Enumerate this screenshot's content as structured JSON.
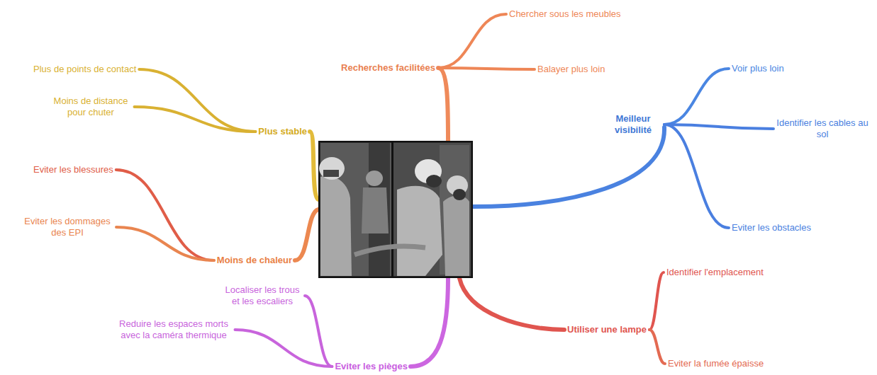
{
  "diagram": {
    "nodes": [
      {
        "text": [
          "Recherches facilitées"
        ]
      },
      {
        "text": [
          "Chercher sous les meubles"
        ]
      },
      {
        "text": [
          "Balayer plus loin"
        ]
      },
      {
        "text": [
          "Meilleur visibilité"
        ]
      },
      {
        "text": [
          "Voir plus loin"
        ]
      },
      {
        "text": [
          "Identifier les cables au sol"
        ]
      },
      {
        "text": [
          "Eviter les obstacles"
        ]
      },
      {
        "text": [
          "Utiliser une lampe"
        ]
      },
      {
        "text": [
          "Identifier l'emplacement"
        ]
      },
      {
        "text": [
          "Eviter la fumée épaisse"
        ]
      },
      {
        "text": [
          "Eviter les pièges"
        ]
      },
      {
        "text": [
          "Localiser les trous et les escaliers"
        ]
      },
      {
        "text": [
          "Reduire les espaces morts avec la caméra thermique"
        ]
      },
      {
        "text": [
          "Moins de chaleur"
        ]
      },
      {
        "text": [
          "Eviter les blessures"
        ]
      },
      {
        "text": [
          "Eviter les dommages des EPI"
        ]
      },
      {
        "text": [
          "Plus stable"
        ]
      },
      {
        "text": [
          "Plus de points de contact"
        ]
      },
      {
        "text": [
          "Moins de distance pour chuter"
        ]
      }
    ],
    "edges": [
      {
        "from": 0,
        "to": 1,
        "arrow": "none"
      },
      {
        "from": 0,
        "to": 2,
        "arrow": "none"
      },
      {
        "from": 3,
        "to": 4,
        "arrow": "none"
      },
      {
        "from": 3,
        "to": 5,
        "arrow": "none"
      },
      {
        "from": 3,
        "to": 6,
        "arrow": "none"
      },
      {
        "from": 7,
        "to": 8,
        "arrow": "none"
      },
      {
        "from": 7,
        "to": 9,
        "arrow": "none"
      },
      {
        "from": 10,
        "to": 11,
        "arrow": "none"
      },
      {
        "from": 10,
        "to": 12,
        "arrow": "none"
      },
      {
        "from": 13,
        "to": 14,
        "arrow": "none"
      },
      {
        "from": 13,
        "to": 15,
        "arrow": "none"
      },
      {
        "from": 16,
        "to": 17,
        "arrow": "none"
      },
      {
        "from": 16,
        "to": 18,
        "arrow": "none"
      }
    ]
  }
}
